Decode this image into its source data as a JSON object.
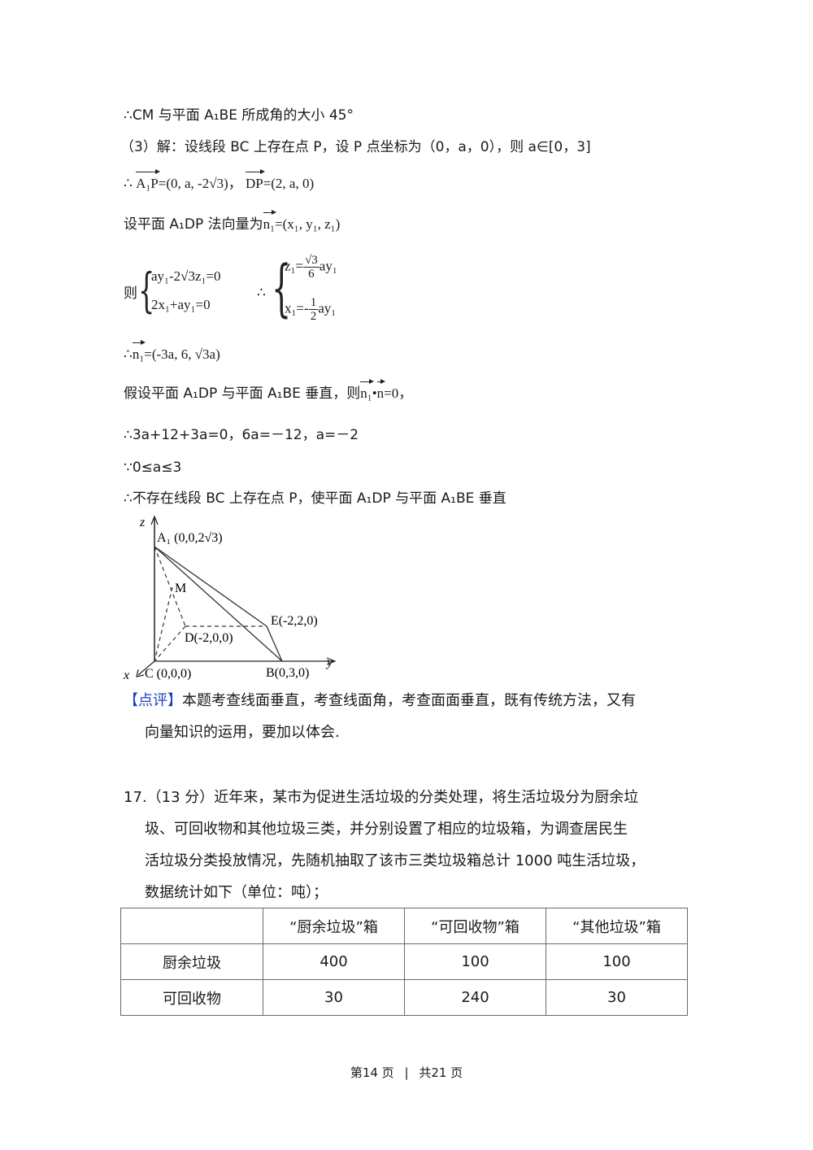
{
  "lines": {
    "l1": "∴CM 与平面 A₁BE 所成角的大小 45°",
    "l2": "（3）解：设线段 BC 上存在点 P，设 P 点坐标为（0，a，0），则 a∈[0，3]",
    "l3_prefix": "∴",
    "l3_vec1": "A₁P",
    "l3_mid": "=(0, a, -2√3)，",
    "l3_vec2": "DP",
    "l3_end": "=(2, a, 0)",
    "l4_prefix": "设平面 A₁DP 法向量为",
    "l4_vec": "n₁",
    "l4_end": "=(x₁, y₁, z₁)",
    "system_label": "则",
    "system1_eq1": "ay₁-2√3z₁=0",
    "system1_eq2": "2x₁+ay₁=0",
    "therefore": "∴",
    "system2_eq1_lhs": "z₁=",
    "system2_eq1_num": "√3",
    "system2_eq1_den": "6",
    "system2_eq1_rhs": "ay₁",
    "system2_eq2_lhs": "x₁=-",
    "system2_eq2_num": "1",
    "system2_eq2_den": "2",
    "system2_eq2_rhs": "ay₁",
    "l6_prefix": "∴",
    "l6_vec": "n₁",
    "l6_end": "=(-3a, 6, √3a)",
    "l7_prefix": "假设平面 A₁DP 与平面 A₁BE 垂直，则",
    "l7_vec1": "n₁",
    "l7_dot": "•",
    "l7_vec2": "n",
    "l7_end": "=0，",
    "l8": "∴3a+12+3a=0，6a=－12，a=－2",
    "l9": "∵0≤a≤3",
    "l10": "∴不存在线段 BC 上存在点 P，使平面 A₁DP 与平面 A₁BE 垂直"
  },
  "figure": {
    "axis_z": "z",
    "axis_y": "y",
    "axis_x": "x",
    "point_A1": "A₁ (0,0,2√3)",
    "point_M": "M",
    "point_E": "E(-2,2,0)",
    "point_D": "D(-2,0,0)",
    "point_C": "C (0,0,0)",
    "point_B": "B(0,3,0)"
  },
  "comment": {
    "tag": "【点评】",
    "text": "本题考查线面垂直，考查线面角，考查面面垂直，既有传统方法，又有",
    "text2": "向量知识的运用，要加以体会."
  },
  "question17": {
    "line1": "17.（13 分）近年来，某市为促进生活垃圾的分类处理，将生活垃圾分为厨余垃",
    "line2": "圾、可回收物和其他垃圾三类，并分别设置了相应的垃圾箱，为调查居民生",
    "line3": "活垃圾分类投放情况，先随机抽取了该市三类垃圾箱总计 1000 吨生活垃圾，",
    "line4": "数据统计如下（单位：吨）；"
  },
  "table": {
    "headers": [
      "",
      "“厨余垃圾”箱",
      "“可回收物”箱",
      "“其他垃圾”箱"
    ],
    "rows": [
      [
        "厨余垃圾",
        "400",
        "100",
        "100"
      ],
      [
        "可回收物",
        "30",
        "240",
        "30"
      ]
    ]
  },
  "footer": {
    "page": "第14 页",
    "sep": "|",
    "total": "共21 页"
  }
}
